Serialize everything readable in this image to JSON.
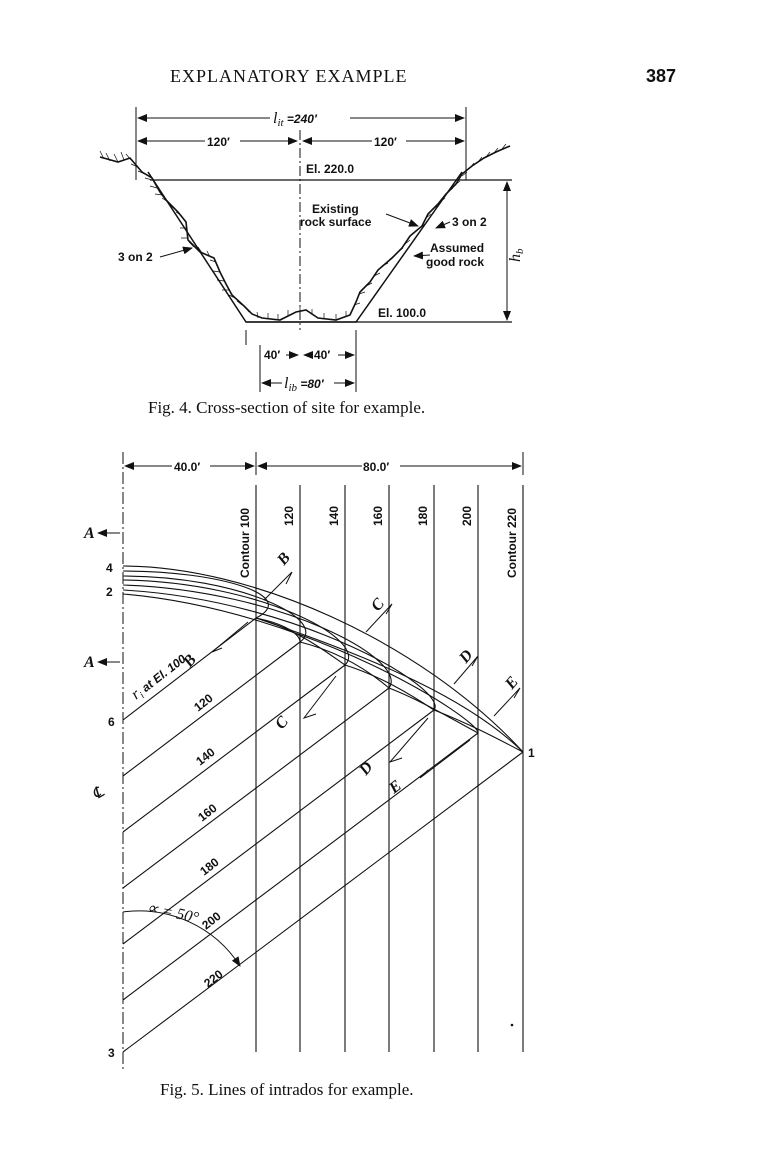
{
  "header": {
    "running_head": "EXPLANATORY EXAMPLE",
    "page_number": "387"
  },
  "fig4": {
    "caption": "Fig. 4.  Cross-section of site for example.",
    "dim_top": "l",
    "dim_top_sub": "it",
    "dim_top_value": " =240′",
    "half_left": "120′",
    "half_right": "120′",
    "el_top": "El. 220.0",
    "existing_rock_line1": "Existing",
    "existing_rock_line2": "rock surface",
    "slope_right": "3 on 2",
    "slope_left": "3 on 2",
    "assumed_line1": "Assumed",
    "assumed_line2": "good rock",
    "h_label": "h",
    "h_sub": "b",
    "el_bottom": "El. 100.0",
    "bottom_left": "40′",
    "bottom_right": "40′",
    "lib_label": "l",
    "lib_sub": "ib",
    "lib_value": " =80′"
  },
  "fig5": {
    "caption": "Fig. 5.  Lines of intrados for example.",
    "dim_left": "40.0′",
    "dim_right": "80.0′",
    "contours": [
      "Contour 100",
      "120",
      "140",
      "160",
      "180",
      "200",
      "Contour 220"
    ],
    "diag_labels": [
      "120",
      "140",
      "160",
      "180",
      "200",
      "220"
    ],
    "ri_label": "r",
    "ri_sub": "i",
    "ri_rest": " at El. 100",
    "alpha_label": "∝ = 50°",
    "point_A_top": "A",
    "point_A_mid": "A",
    "point_4": "4",
    "point_2": "2",
    "point_6": "6",
    "point_3": "3",
    "point_1": "1",
    "centerline": "℄",
    "section_labels": [
      "B",
      "C",
      "D",
      "E"
    ]
  }
}
